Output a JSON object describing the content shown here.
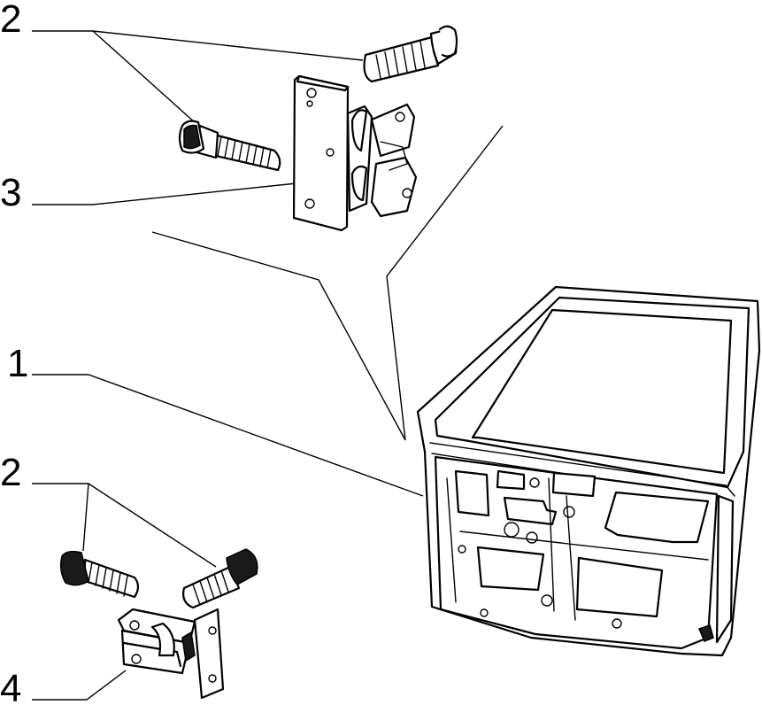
{
  "callouts": [
    {
      "id": "c-top-2",
      "label": "2"
    },
    {
      "id": "c-3",
      "label": "3"
    },
    {
      "id": "c-1",
      "label": "1"
    },
    {
      "id": "c-bottom-2",
      "label": "2"
    },
    {
      "id": "c-4",
      "label": "4"
    }
  ]
}
